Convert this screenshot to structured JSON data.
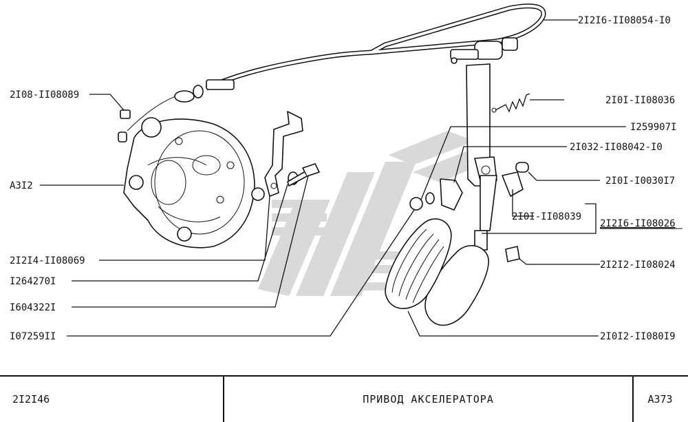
{
  "callouts": {
    "c_2I2I6_II08054_I0": "2I2I6-II08054-I0",
    "c_2I08_II08089": "2I08-II08089",
    "c_2I0I_II08036": "2I0I-II08036",
    "c_I259907I": "I259907I",
    "c_2I032_II08042_I0": "2I032-II08042-I0",
    "c_A3I2": "A3I2",
    "c_2I0I_I0030I7": "2I0I-I0030I7",
    "c_2I0I_II08039": "2I0I-II08039",
    "c_2I2I6_II08026": "2I2I6-II08026",
    "c_2I2I4_II08069": "2I2I4-II08069",
    "c_2I2I2_II08024": "2I2I2-II08024",
    "c_I264270I": "I264270I",
    "c_I604322I": "I604322I",
    "c_I07259II": "I07259II",
    "c_2I0I2_II080I9": "2I0I2-II080I9"
  },
  "footer": {
    "model": "2I2I46",
    "title": "ПРИВОД  АКСЕЛЕРАТОРА",
    "code": "A373"
  }
}
